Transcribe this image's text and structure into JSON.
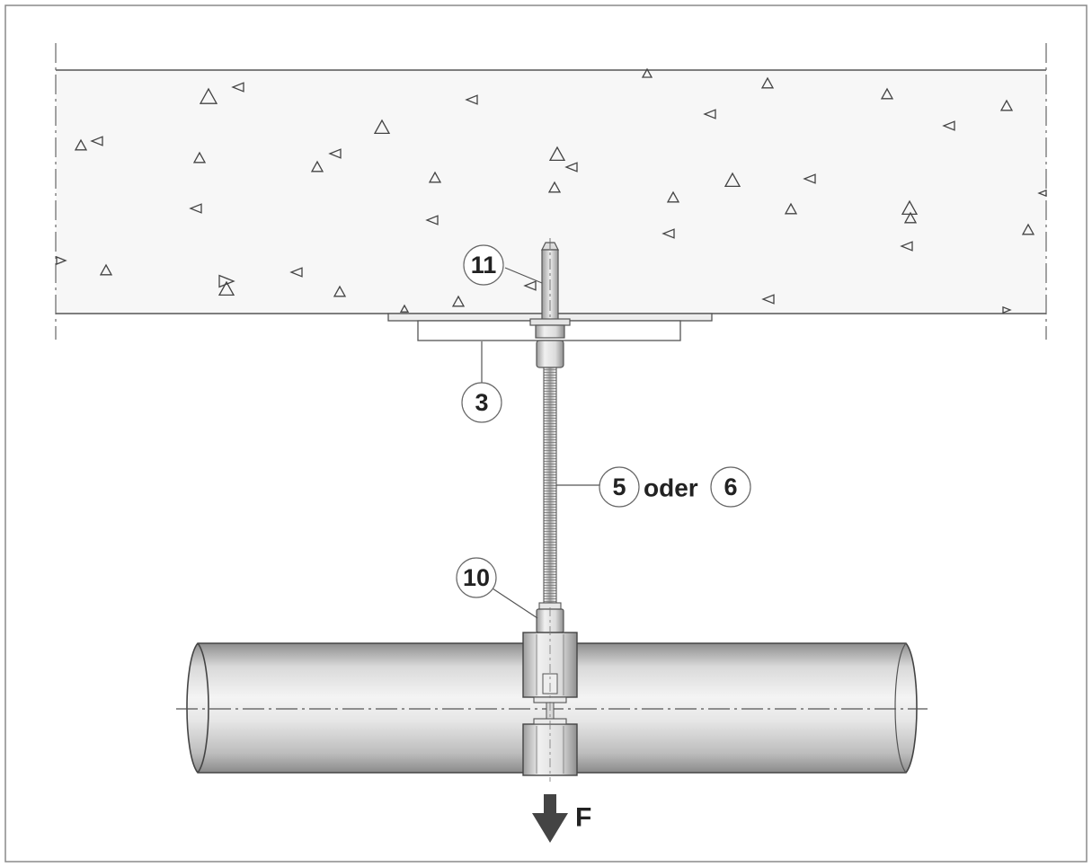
{
  "callouts": {
    "c11": "11",
    "c3": "3",
    "c5": "5",
    "connector_word": "oder",
    "c6": "6",
    "c10": "10"
  },
  "force_label": "F",
  "colors": {
    "line": "#555555",
    "concrete": "#f7f7f7",
    "pipe_dark": "#8f8f8f",
    "pipe_light": "#f2f2f2",
    "arrow": "#444444"
  }
}
